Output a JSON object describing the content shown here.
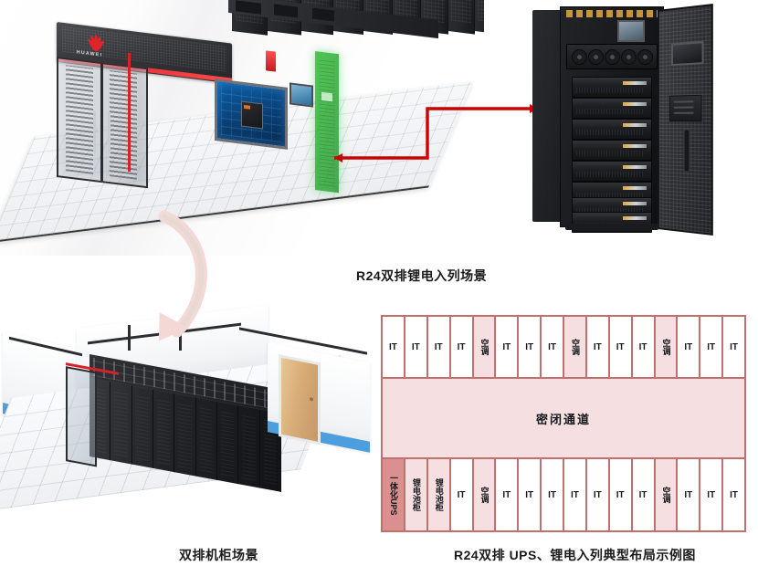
{
  "captions": {
    "top_scene": "R24双排锂电入列场景",
    "room_scene": "双排机柜场景",
    "layout_diagram": "R24双排 UPS、锂电入列典型布局示例图"
  },
  "brand": {
    "name": "HUAWEI",
    "logo_color": "#e1232a"
  },
  "colors": {
    "diagram_border": "#c0716f",
    "diagram_tint": "#f6dfe0",
    "diagram_strong": "#d9908e",
    "connector_red": "#cc0000",
    "highlight_green": "#38be3c",
    "accent_red": "#d7222a",
    "wall_skirt_blue": "#4d9ede"
  },
  "labels": {
    "it": "IT",
    "hvac": "空调",
    "battery": "锂电池柜",
    "ups": "一体化UPS",
    "aisle": "密闭通道"
  },
  "layout_diagram": {
    "aisle_label": "密闭通道",
    "top_row": [
      {
        "label": "IT",
        "type": "it"
      },
      {
        "label": "IT",
        "type": "it"
      },
      {
        "label": "IT",
        "type": "it"
      },
      {
        "label": "IT",
        "type": "it"
      },
      {
        "label": "空调",
        "type": "hvac"
      },
      {
        "label": "IT",
        "type": "it"
      },
      {
        "label": "IT",
        "type": "it"
      },
      {
        "label": "IT",
        "type": "it"
      },
      {
        "label": "空调",
        "type": "hvac"
      },
      {
        "label": "IT",
        "type": "it"
      },
      {
        "label": "IT",
        "type": "it"
      },
      {
        "label": "IT",
        "type": "it"
      },
      {
        "label": "空调",
        "type": "hvac"
      },
      {
        "label": "IT",
        "type": "it"
      },
      {
        "label": "IT",
        "type": "it"
      },
      {
        "label": "IT",
        "type": "it"
      }
    ],
    "bottom_row": [
      {
        "label": "一体化UPS",
        "type": "ups"
      },
      {
        "label": "锂电池柜",
        "type": "battery"
      },
      {
        "label": "锂电池柜",
        "type": "battery"
      },
      {
        "label": "IT",
        "type": "it"
      },
      {
        "label": "空调",
        "type": "hvac"
      },
      {
        "label": "IT",
        "type": "it"
      },
      {
        "label": "IT",
        "type": "it"
      },
      {
        "label": "IT",
        "type": "it"
      },
      {
        "label": "IT",
        "type": "it"
      },
      {
        "label": "IT",
        "type": "it"
      },
      {
        "label": "IT",
        "type": "it"
      },
      {
        "label": "IT",
        "type": "it"
      },
      {
        "label": "空调",
        "type": "hvac"
      },
      {
        "label": "IT",
        "type": "it"
      },
      {
        "label": "IT",
        "type": "it"
      },
      {
        "label": "IT",
        "type": "it"
      }
    ]
  },
  "battery_cabinet": {
    "module_count": 8
  },
  "container_scene": {
    "cabinet_count": 7,
    "highlighted_cabinet": "锂电池柜"
  },
  "room_scene": {
    "rack_slot_count": 9
  }
}
